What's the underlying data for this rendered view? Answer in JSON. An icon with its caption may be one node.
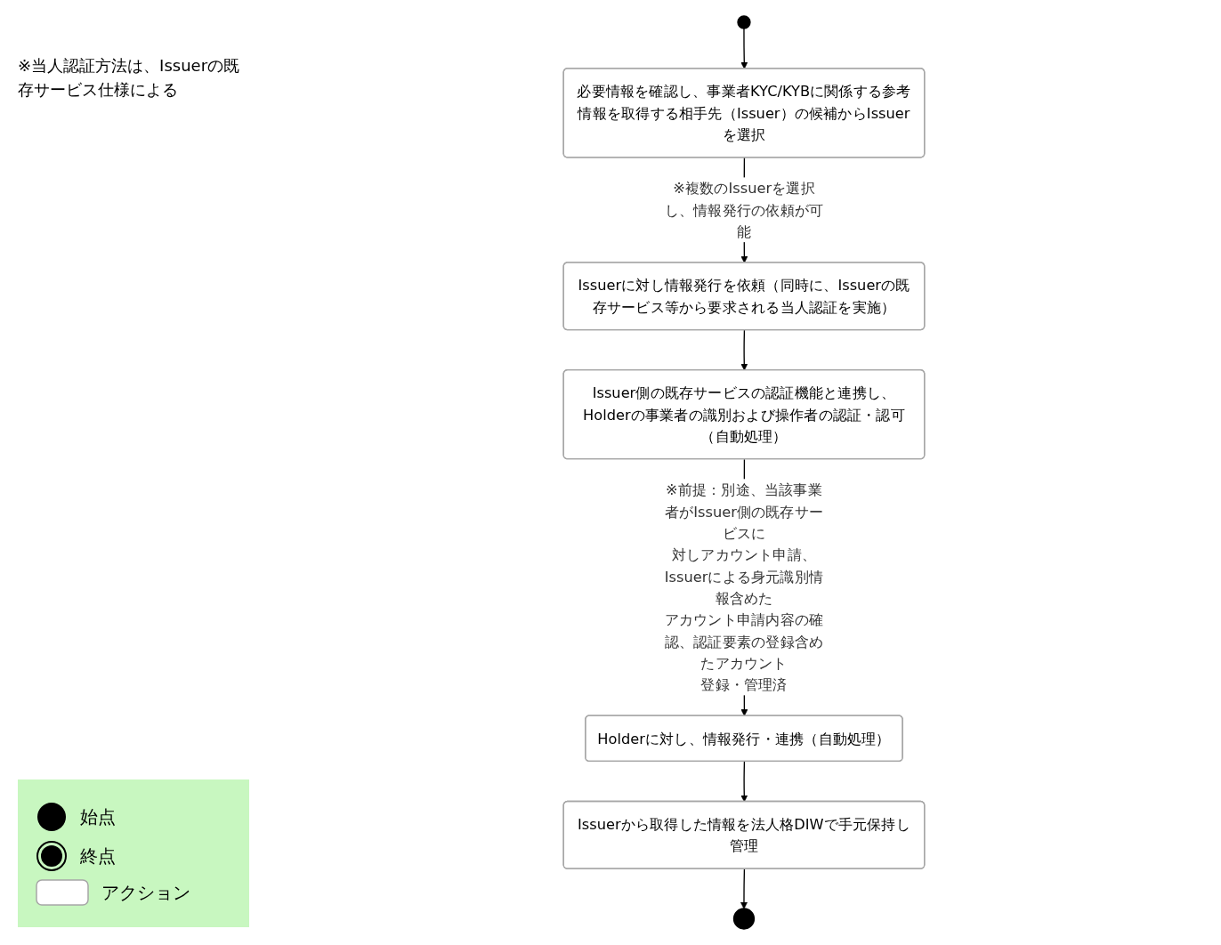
{
  "diagram": {
    "nodes": [
      {
        "text": [],
        "shape": "circle"
      },
      {
        "text": [
          "必要情報を確認し、事業者KYC/KYBに関係する参考情報を取得する相手先（Issuer）の候補からIssuerを選択"
        ]
      },
      {
        "text": [
          "Issuerに対し情報発行を依頼（同時に、Issuerの既存サービス等から要求される当人認証を実施）"
        ]
      },
      {
        "text": [
          "Issuer側の既存サービスの認証機能と連携し、Holderの事業者の識別および操作者の認証・認可（自動処理）"
        ]
      },
      {
        "text": [
          "Holderに対し、情報発行・連携（自動処理）"
        ]
      },
      {
        "text": [
          "Issuerから取得した情報を法人格DIWで手元保持し管理"
        ]
      },
      {
        "text": [],
        "shape": "bullseye"
      }
    ],
    "edges": [
      {
        "from": 0,
        "to": 1,
        "arrow": "to"
      },
      {
        "from": 1,
        "to": 2,
        "arrow": "to",
        "label": "※複数のIssuerを選択し、情報発行の依頼が可能"
      },
      {
        "from": 2,
        "to": 3,
        "arrow": "to"
      },
      {
        "from": 3,
        "to": 4,
        "arrow": "to",
        "label": "※前提：別途、当該事業者がIssuer側の既存サービスに対しアカウント申請、Issuerによる身元識別情報含めたアカウント申請内容の確認、認証要素の登録含めたアカウント登録・管理済"
      },
      {
        "from": 4,
        "to": 5,
        "arrow": "to"
      },
      {
        "from": 5,
        "to": 6,
        "arrow": "to"
      }
    ],
    "labels": [
      "※当人認証方法は、Issuerの既存サービス仕様による"
    ],
    "legend": [
      {
        "text": "始点"
      },
      {
        "text": "終点"
      },
      {
        "text": "アクション"
      }
    ]
  }
}
